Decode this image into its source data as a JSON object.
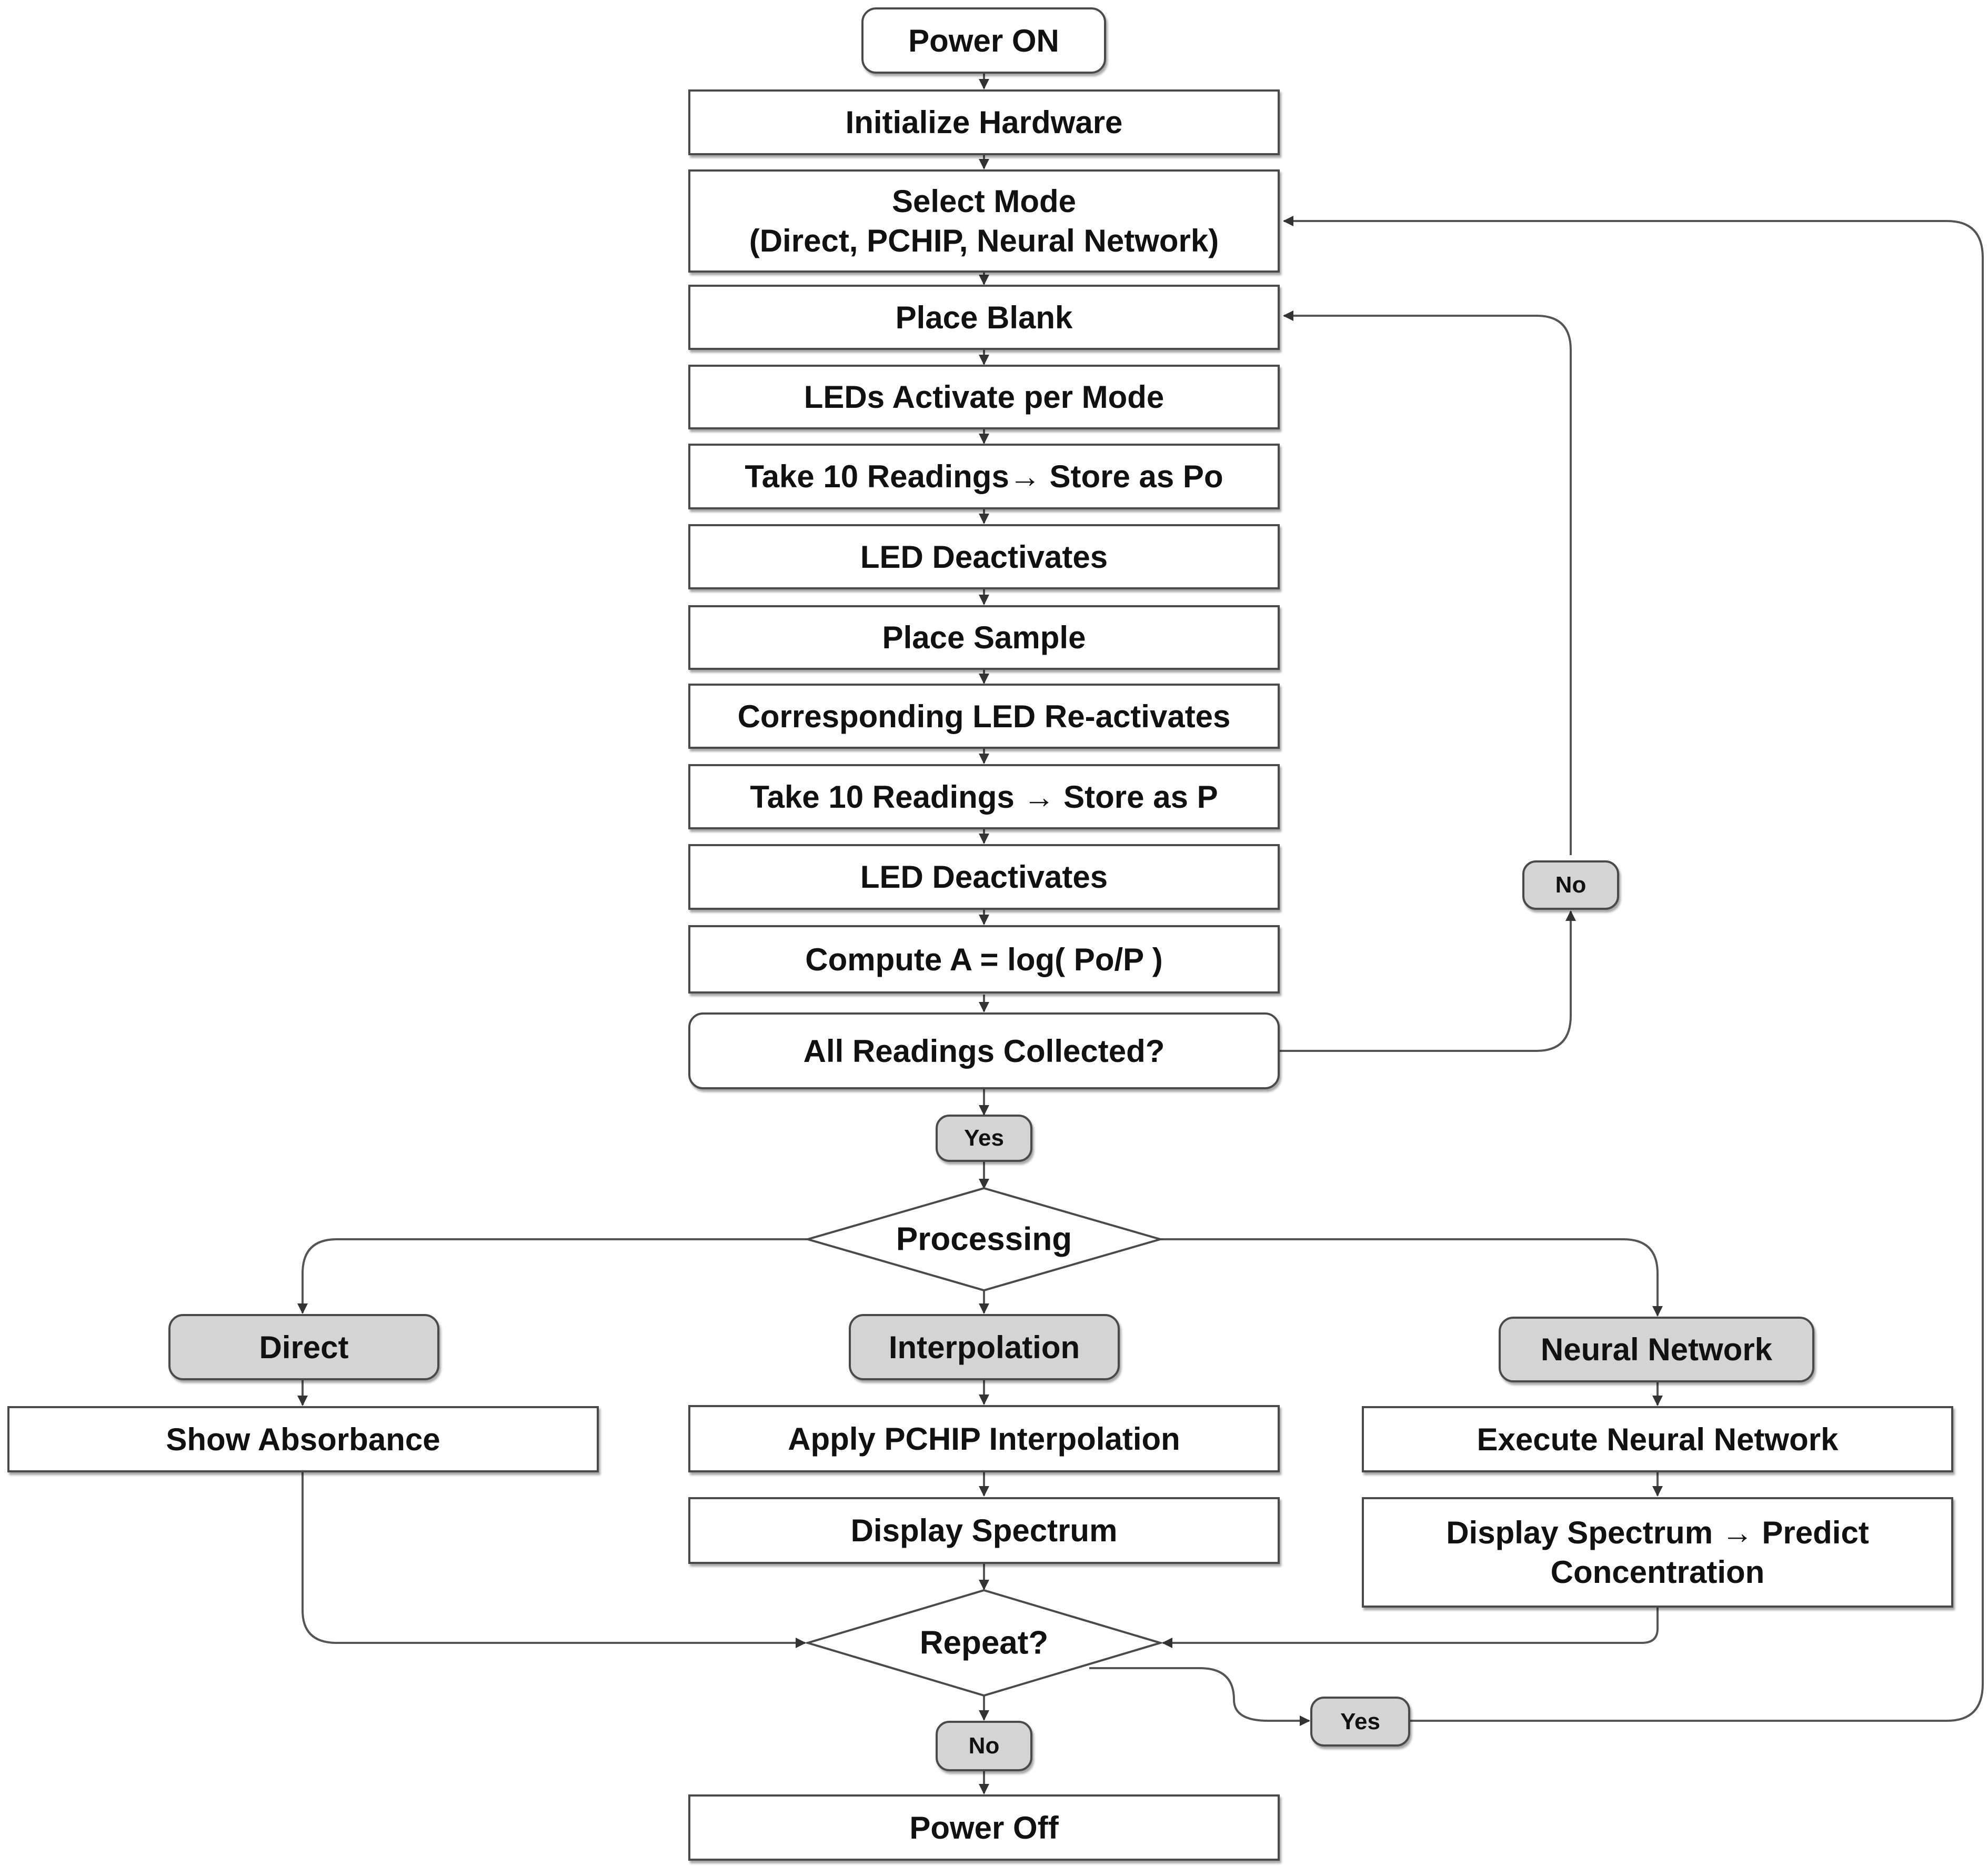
{
  "nodes": {
    "power_on": "Power ON",
    "init_hw": "Initialize Hardware",
    "select_mode_line1": "Select Mode",
    "select_mode_line2": "(Direct, PCHIP, Neural Network)",
    "place_blank": "Place Blank",
    "leds_activate": "LEDs Activate per Mode",
    "take_readings_po": "Take 10 Readings→ Store as Po",
    "led_deactivates_1": "LED Deactivates",
    "place_sample": "Place Sample",
    "led_reactivates": "Corresponding LED Re-activates",
    "take_readings_p": "Take 10 Readings → Store as P",
    "led_deactivates_2": "LED Deactivates",
    "compute_a": "Compute A = log( Po/P )",
    "all_collected": "All Readings Collected?",
    "processing": "Processing",
    "direct": "Direct",
    "interpolation": "Interpolation",
    "neural_network": "Neural Network",
    "show_absorbance": "Show Absorbance",
    "apply_pchip": "Apply PCHIP Interpolation",
    "display_spectrum": "Display Spectrum",
    "execute_nn": "Execute Neural Network",
    "display_predict_line1": "Display Spectrum → Predict",
    "display_predict_line2": "Concentration",
    "repeat": "Repeat?",
    "power_off": "Power Off"
  },
  "labels": {
    "no_collected": "No",
    "yes_collected": "Yes",
    "no_repeat": "No",
    "yes_repeat": "Yes"
  }
}
